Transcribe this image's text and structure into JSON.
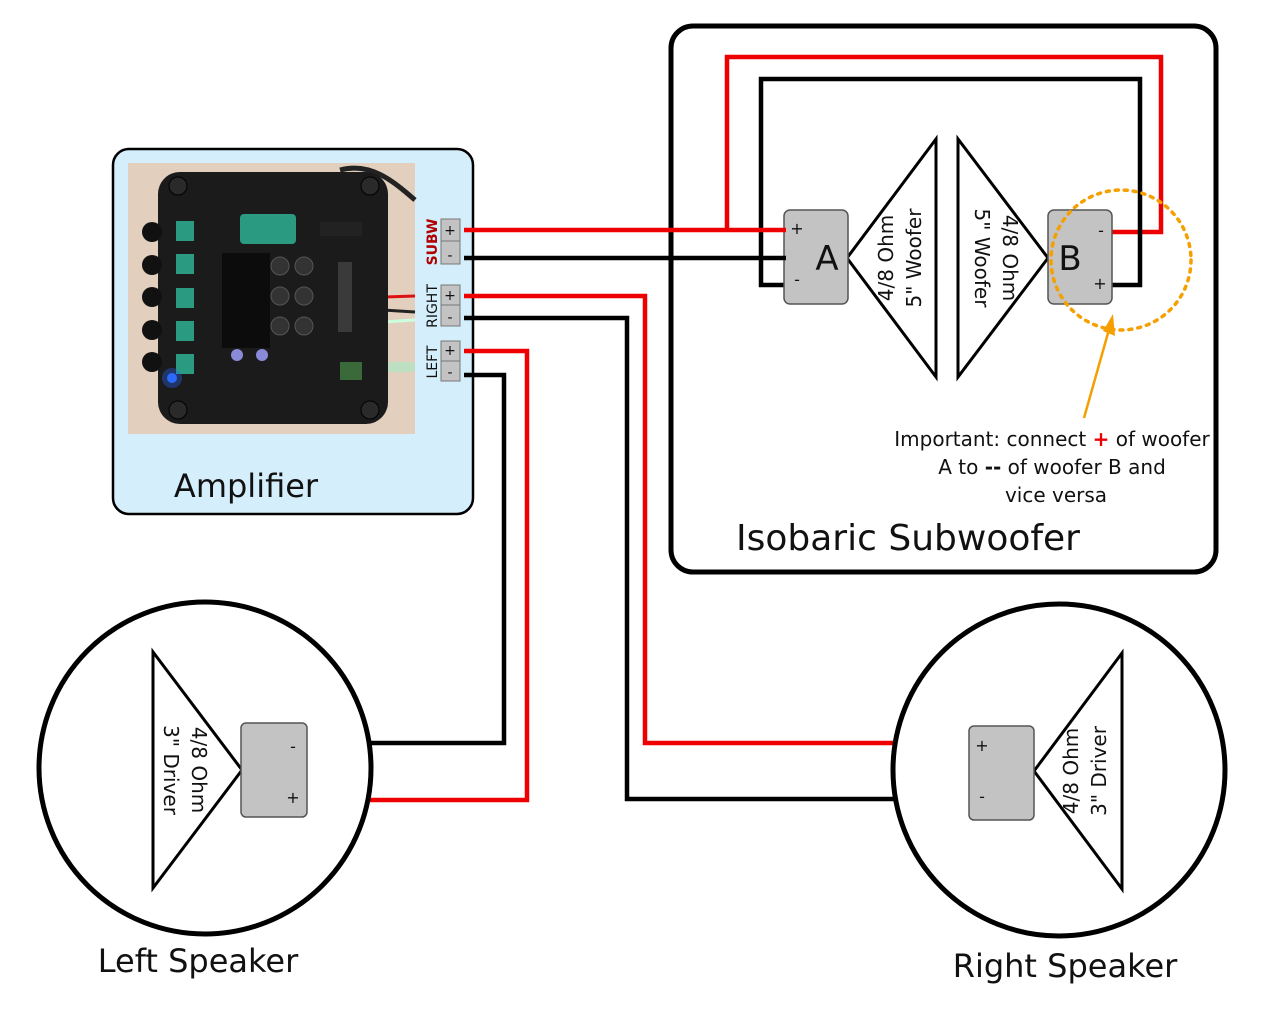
{
  "amplifier": {
    "title": "Amplifier",
    "outputs": [
      {
        "label": "SUBW",
        "plus": "+",
        "minus": "-",
        "label_color": "#b00000"
      },
      {
        "label": "RIGHT",
        "plus": "+",
        "minus": "-",
        "label_color": "#111111"
      },
      {
        "label": "LEFT",
        "plus": "+",
        "minus": "-",
        "label_color": "#111111"
      }
    ]
  },
  "subwoofer": {
    "title": "Isobaric Subwoofer",
    "woofer_a": {
      "letter": "A",
      "plus": "+",
      "minus": "-",
      "spec_line1": "4/8 Ohm",
      "spec_line2": "5\" Woofer"
    },
    "woofer_b": {
      "letter": "B",
      "plus": "+",
      "minus": "-",
      "spec_line1": "4/8 Ohm",
      "spec_line2": "5\" Woofer"
    },
    "note": {
      "line1_pre": "Important: connect ",
      "line1_plus": "+",
      "line1_post": " of woofer",
      "line2_pre": "A to ",
      "line2_minus": "--",
      "line2_post": " of  woofer B and",
      "line3": "vice versa"
    }
  },
  "left_speaker": {
    "title": "Left Speaker",
    "spec_line1": "4/8 Ohm",
    "spec_line2": "3\" Driver",
    "plus": "+",
    "minus": "-"
  },
  "right_speaker": {
    "title": "Right Speaker",
    "spec_line1": "4/8 Ohm",
    "spec_line2": "3\" Driver",
    "plus": "+",
    "minus": "-"
  },
  "colors": {
    "positive_wire": "#ee0000",
    "negative_wire": "#000000",
    "amp_panel": "#d4effb",
    "terminal": "#c3c3c3",
    "highlight": "#f5a000",
    "pcb": "#1b1b1b",
    "photo_bg": "#e3cfbd",
    "pcb_green": "#2a9a80"
  },
  "icons": [
    "amplifier-board-photo",
    "speaker-cone-icon",
    "terminal-block-icon",
    "arrow-icon"
  ]
}
